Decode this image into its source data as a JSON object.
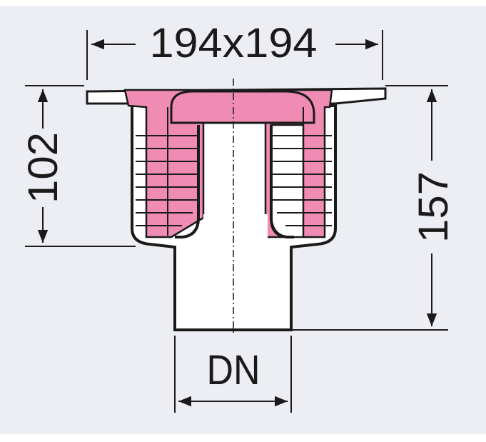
{
  "dimensions": {
    "top_width": "194x194",
    "left_height": "102",
    "right_height": "157",
    "bottom_diameter": "DN"
  },
  "colors": {
    "background": "#eceef3",
    "highlight": "#f08cb4",
    "line": "#1a1a1a"
  }
}
